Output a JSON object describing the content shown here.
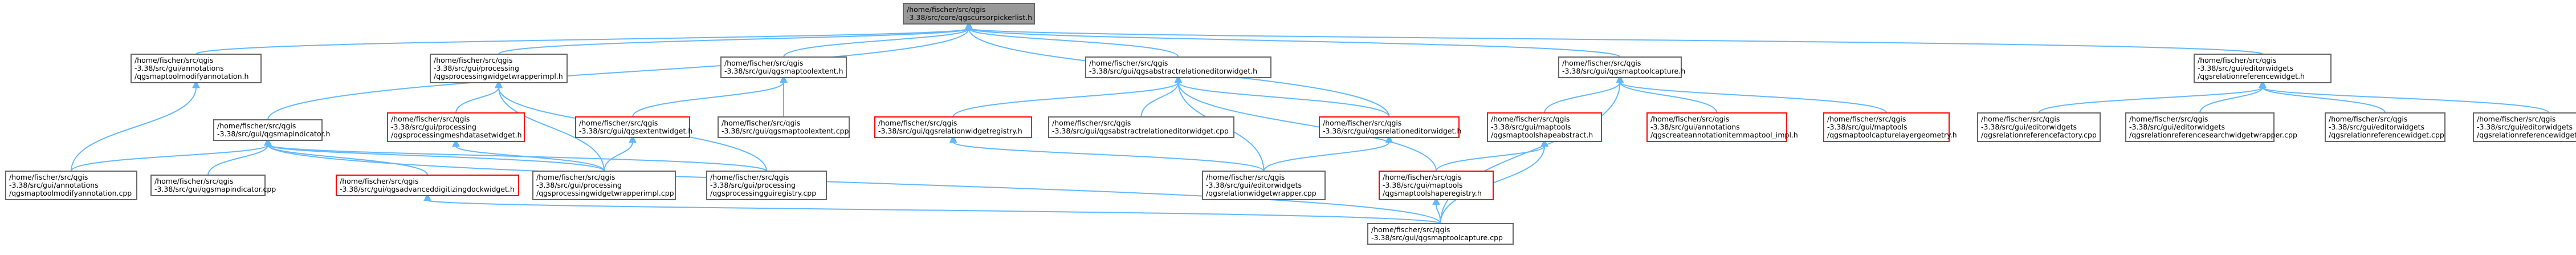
{
  "colors": {
    "edge": "#63b8ff",
    "node_border_default": "#666666",
    "node_border_red": "#ff0000",
    "root_fill": "#999999",
    "root_border": "#666666",
    "node_fill": "#ffffff"
  },
  "nodes": [
    {
      "id": "root",
      "lines": [
        "/home/fischer/src/qgis",
        "-3.38/src/core/qgscursorpickerlist.h"
      ],
      "style": "root"
    },
    {
      "id": "n1",
      "lines": [
        "/home/fischer/src/qgis",
        "-3.38/src/gui/annotations",
        "/qgsmaptoolmodifyannotation.h"
      ],
      "style": "default"
    },
    {
      "id": "n2",
      "lines": [
        "/home/fischer/src/qgis",
        "-3.38/src/gui/processing",
        "/qgsprocessingwidgetwrapperimpl.h"
      ],
      "style": "default"
    },
    {
      "id": "n3",
      "lines": [
        "/home/fischer/src/qgis",
        "-3.38/src/gui/qgsmaptoolextent.h"
      ],
      "style": "default"
    },
    {
      "id": "n4",
      "lines": [
        "/home/fischer/src/qgis",
        "-3.38/src/gui/qgsabstractrelationeditorwidget.h"
      ],
      "style": "default"
    },
    {
      "id": "n5",
      "lines": [
        "/home/fischer/src/qgis",
        "-3.38/src/gui/qgsmaptoolcapture.h"
      ],
      "style": "default"
    },
    {
      "id": "n6",
      "lines": [
        "/home/fischer/src/qgis",
        "-3.38/src/gui/editorwidgets",
        "/qgsrelationreferencewidget.h"
      ],
      "style": "default"
    },
    {
      "id": "n7",
      "lines": [
        "/home/fischer/src/qgis",
        "-3.38/src/gui/qgsmapindicator.h"
      ],
      "style": "default"
    },
    {
      "id": "n8",
      "lines": [
        "/home/fischer/src/qgis",
        "-3.38/src/gui/processing",
        "/qgsprocessingmeshdatasetwidget.h"
      ],
      "style": "red"
    },
    {
      "id": "n9",
      "lines": [
        "/home/fischer/src/qgis",
        "-3.38/src/gui/qgsextentwidget.h"
      ],
      "style": "red"
    },
    {
      "id": "n10",
      "lines": [
        "/home/fischer/src/qgis",
        "-3.38/src/gui/qgsmaptoolextent.cpp"
      ],
      "style": "default"
    },
    {
      "id": "n11",
      "lines": [
        "/home/fischer/src/qgis",
        "-3.38/src/gui/qgsrelationwidgetregistry.h"
      ],
      "style": "red"
    },
    {
      "id": "n12",
      "lines": [
        "/home/fischer/src/qgis",
        "-3.38/src/gui/qgsabstractrelationeditorwidget.cpp"
      ],
      "style": "default"
    },
    {
      "id": "n13",
      "lines": [
        "/home/fischer/src/qgis",
        "-3.38/src/gui/qgsrelationeditorwidget.h"
      ],
      "style": "red"
    },
    {
      "id": "n14",
      "lines": [
        "/home/fischer/src/qgis",
        "-3.38/src/gui/maptools",
        "/qgsmaptoolshapeabstract.h"
      ],
      "style": "red"
    },
    {
      "id": "n15",
      "lines": [
        "/home/fischer/src/qgis",
        "-3.38/src/gui/annotations",
        "/qgscreateannotationitemmaptool_impl.h"
      ],
      "style": "red"
    },
    {
      "id": "n16",
      "lines": [
        "/home/fischer/src/qgis",
        "-3.38/src/gui/maptools",
        "/qgsmaptoolcapturelayergeometry.h"
      ],
      "style": "red"
    },
    {
      "id": "n17",
      "lines": [
        "/home/fischer/src/qgis",
        "-3.38/src/gui/editorwidgets",
        "/qgsrelationreferencefactory.cpp"
      ],
      "style": "default"
    },
    {
      "id": "n18",
      "lines": [
        "/home/fischer/src/qgis",
        "-3.38/src/gui/editorwidgets",
        "/qgsrelationreferencesearchwidgetwrapper.cpp"
      ],
      "style": "default"
    },
    {
      "id": "n19",
      "lines": [
        "/home/fischer/src/qgis",
        "-3.38/src/gui/editorwidgets",
        "/qgsrelationreferencewidget.cpp"
      ],
      "style": "default"
    },
    {
      "id": "n20",
      "lines": [
        "/home/fischer/src/qgis",
        "-3.38/src/gui/editorwidgets",
        "/qgsrelationreferencewidgetwrapper.cpp"
      ],
      "style": "default"
    },
    {
      "id": "n21",
      "lines": [
        "/home/fischer/src/qgis",
        "-3.38/src/gui/annotations",
        "/qgsmaptoolmodifyannotation.cpp"
      ],
      "style": "default"
    },
    {
      "id": "n22",
      "lines": [
        "/home/fischer/src/qgis",
        "-3.38/src/gui/qgsmapindicator.cpp"
      ],
      "style": "default"
    },
    {
      "id": "n23",
      "lines": [
        "/home/fischer/src/qgis",
        "-3.38/src/gui/qgsadvanceddigitizingdockwidget.h"
      ],
      "style": "red"
    },
    {
      "id": "n24",
      "lines": [
        "/home/fischer/src/qgis",
        "-3.38/src/gui/processing",
        "/qgsprocessingwidgetwrapperimpl.cpp"
      ],
      "style": "default"
    },
    {
      "id": "n25",
      "lines": [
        "/home/fischer/src/qgis",
        "-3.38/src/gui/processing",
        "/qgsprocessingguiregistry.cpp"
      ],
      "style": "default"
    },
    {
      "id": "n26",
      "lines": [
        "/home/fischer/src/qgis",
        "-3.38/src/gui/editorwidgets",
        "/qgsrelationwidgetwrapper.cpp"
      ],
      "style": "default"
    },
    {
      "id": "n27",
      "lines": [
        "/home/fischer/src/qgis",
        "-3.38/src/gui/maptools",
        "/qgsmaptoolshaperegistry.h"
      ],
      "style": "red"
    },
    {
      "id": "n28",
      "lines": [
        "/home/fischer/src/qgis",
        "-3.38/src/gui/qgsmaptoolcapture.cpp"
      ],
      "style": "default"
    }
  ],
  "edges": [
    [
      "root",
      "n1"
    ],
    [
      "root",
      "n2"
    ],
    [
      "root",
      "n3"
    ],
    [
      "root",
      "n4"
    ],
    [
      "root",
      "n5"
    ],
    [
      "root",
      "n6"
    ],
    [
      "root",
      "n7"
    ],
    [
      "root",
      "n13"
    ],
    [
      "n1",
      "n21"
    ],
    [
      "n2",
      "n8"
    ],
    [
      "n2",
      "n24"
    ],
    [
      "n2",
      "n25"
    ],
    [
      "n3",
      "n9"
    ],
    [
      "n3",
      "n10"
    ],
    [
      "n4",
      "n11"
    ],
    [
      "n4",
      "n12"
    ],
    [
      "n4",
      "n13"
    ],
    [
      "n4",
      "n26"
    ],
    [
      "n4",
      "n27"
    ],
    [
      "n5",
      "n14"
    ],
    [
      "n5",
      "n15"
    ],
    [
      "n5",
      "n16"
    ],
    [
      "n5",
      "n28"
    ],
    [
      "n6",
      "n17"
    ],
    [
      "n6",
      "n18"
    ],
    [
      "n6",
      "n19"
    ],
    [
      "n6",
      "n20"
    ],
    [
      "n7",
      "n21"
    ],
    [
      "n7",
      "n22"
    ],
    [
      "n7",
      "n23"
    ],
    [
      "n7",
      "n24"
    ],
    [
      "n7",
      "n25"
    ],
    [
      "n7",
      "n28"
    ],
    [
      "n8",
      "n24"
    ],
    [
      "n9",
      "n24"
    ],
    [
      "n11",
      "n26"
    ],
    [
      "n13",
      "n26"
    ],
    [
      "n14",
      "n27"
    ],
    [
      "n14",
      "n28"
    ],
    [
      "n23",
      "n28"
    ],
    [
      "n27",
      "n28"
    ]
  ]
}
